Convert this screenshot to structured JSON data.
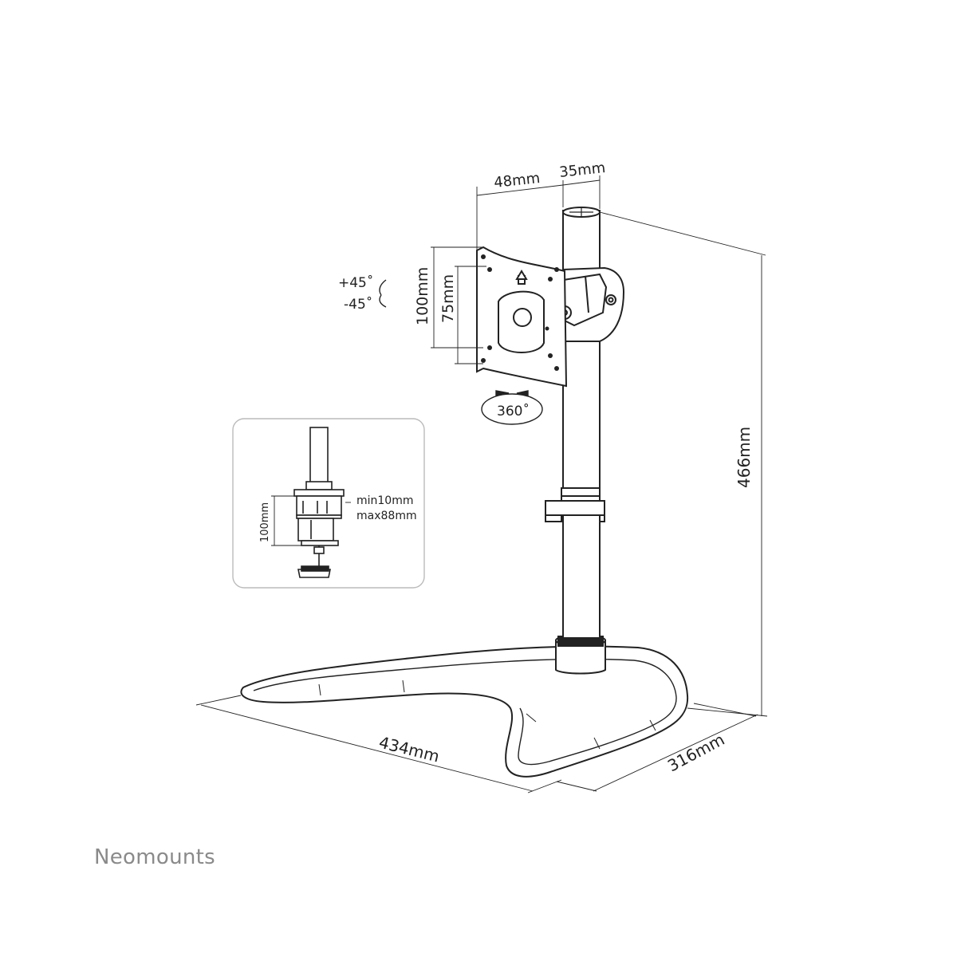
{
  "dimensions": {
    "top_offset": "48mm",
    "pole_diameter": "35mm",
    "height": "466mm",
    "vesa_large": "100mm",
    "vesa_small": "75mm",
    "base_width": "434mm",
    "base_depth": "316mm"
  },
  "rotation": {
    "tilt_up": "+45˚",
    "tilt_down": "-45˚",
    "swivel": "360˚"
  },
  "inset": {
    "clamp_height": "100mm",
    "min_thickness": "min10mm",
    "max_thickness": "max88mm"
  },
  "brand": {
    "name": "Neomounts",
    "color": "#8a8a8a"
  },
  "colors": {
    "line": "#222222",
    "inset_border": "#bbbbbb"
  }
}
